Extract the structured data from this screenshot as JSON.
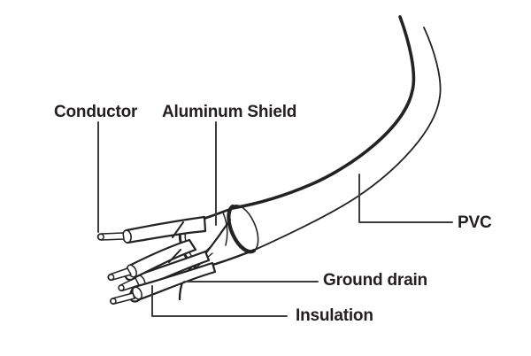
{
  "diagram": {
    "background_color": "#ffffff",
    "drawing_line_color": "#232323",
    "leader_line_color": "#3d3d3d",
    "label_text_color": "#231f20",
    "labels": {
      "conductor": "Conductor",
      "aluminum_shield": "Aluminum Shield",
      "pvc": "PVC",
      "ground_drain": "Ground drain",
      "insulation": "Insulation"
    }
  }
}
